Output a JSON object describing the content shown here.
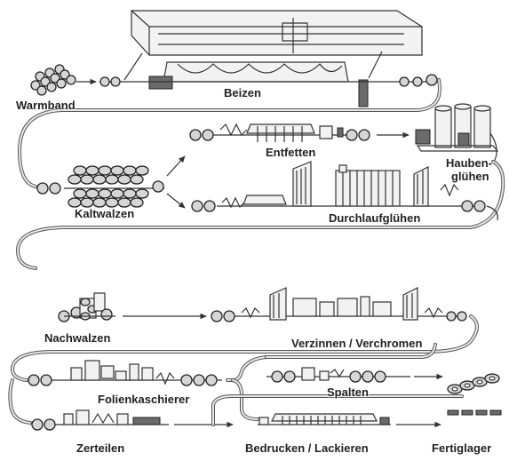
{
  "labels": {
    "warmband": "Warmband",
    "beizen": "Beizen",
    "entfetten": "Entfetten",
    "haubengluehen_1": "Hauben-",
    "haubengluehen_2": "glühen",
    "kaltwalzen": "Kaltwalzen",
    "durchlaufgluehen": "Durchlaufglühen",
    "nachwalzen": "Nachwalzen",
    "verzinnen": "Verzinnen / Verchromen",
    "folienkaschierer": "Folienkaschierer",
    "spalten": "Spalten",
    "zerteilen": "Zerteilen",
    "bedrucken": "Bedrucken / Lackieren",
    "fertiglager": "Fertiglager"
  },
  "colors": {
    "line": "#333333",
    "pipe": "#555555",
    "fill": "#f2f2f2",
    "dark": "#6a6a6a"
  }
}
